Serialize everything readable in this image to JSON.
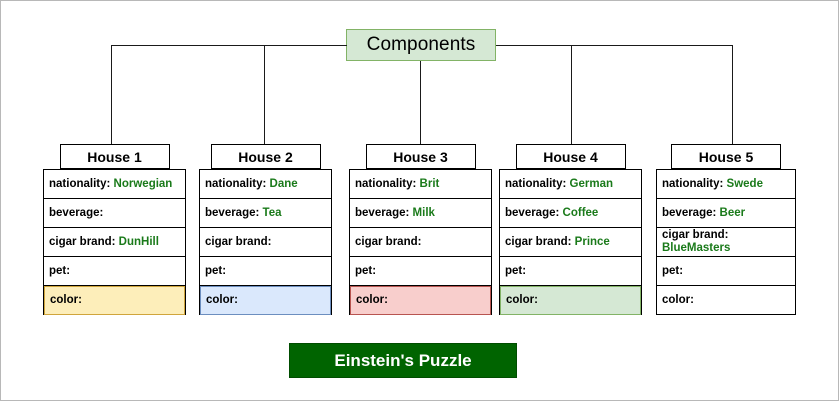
{
  "diagram": {
    "root": {
      "label": "Components"
    },
    "banner": {
      "label": "Einstein's Puzzle"
    },
    "field_labels": {
      "nationality": "nationality:",
      "beverage": "beverage:",
      "cigar_brand": "cigar brand:",
      "pet": "pet:",
      "color": "color:"
    },
    "colors": {
      "root_fill": "#d5e8d4",
      "root_border": "#82b366",
      "value_text": "#1a7a1a",
      "banner_fill": "#006400",
      "banner_text": "#ffffff",
      "swatch_yellow_fill": "#fdeeba",
      "swatch_yellow_border": "#d0a53c",
      "swatch_blue_fill": "#dae8fc",
      "swatch_blue_border": "#6c8ebf",
      "swatch_red_fill": "#f8cecc",
      "swatch_red_border": "#b85450",
      "swatch_green_fill": "#d5e8d4",
      "swatch_green_border": "#82b366"
    },
    "houses": [
      {
        "title": "House 1",
        "nationality": "Norwegian",
        "beverage": "",
        "cigar_brand": "DunHill",
        "pet": "",
        "color": "",
        "color_swatch": "yellow"
      },
      {
        "title": "House 2",
        "nationality": "Dane",
        "beverage": "Tea",
        "cigar_brand": "",
        "pet": "",
        "color": "",
        "color_swatch": "blue"
      },
      {
        "title": "House 3",
        "nationality": "Brit",
        "beverage": "Milk",
        "cigar_brand": "",
        "pet": "",
        "color": "",
        "color_swatch": "red"
      },
      {
        "title": "House 4",
        "nationality": "German",
        "beverage": "Coffee",
        "cigar_brand": "Prince",
        "pet": "",
        "color": "",
        "color_swatch": "green"
      },
      {
        "title": "House 5",
        "nationality": "Swede",
        "beverage": "Beer",
        "cigar_brand": "BlueMasters",
        "pet": "",
        "color": "",
        "color_swatch": "none"
      }
    ]
  }
}
